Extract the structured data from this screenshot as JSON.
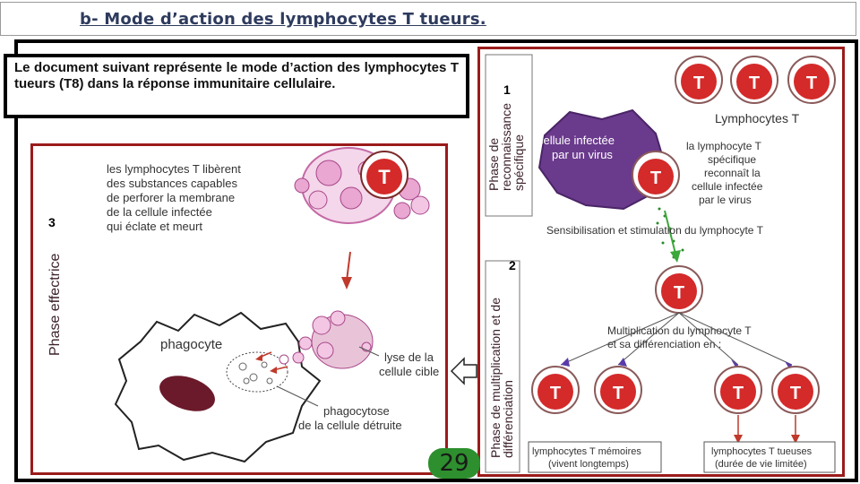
{
  "title": "b- Mode d’action des lymphocytes T tueurs.",
  "intro": "Le document suivant représente le mode d’action des lymphocytes T tueurs (T8) dans la réponse immunitaire cellulaire.",
  "page_number": "29",
  "markers": {
    "m1": "1",
    "m2": "2",
    "m3": "3"
  },
  "effector": {
    "phase_label": "Phase effectrice",
    "release_text": [
      "les lymphocytes T libèrent",
      "des substances capables",
      "de perforer la membrane",
      "de la cellule infectée",
      "qui éclate et meurt"
    ],
    "phagocyte": "phagocyte",
    "lysis": [
      "lyse de la",
      "cellule cible"
    ],
    "phagocytosis": [
      "phagocytose",
      "de la cellule détruite"
    ],
    "t_letter": "T"
  },
  "recognition": {
    "phase_label": [
      "Phase de",
      "reconnaissance",
      "spécifique"
    ],
    "lymphocytes_label": "Lymphocytes T",
    "infected_cell": [
      "cellule infectée",
      "par un virus"
    ],
    "recognize_text": [
      "la lymphocyte T",
      "spécifique",
      "reconnaît la",
      "cellule infectée",
      "par le virus"
    ],
    "sensitization": "Sensibilisation et stimulation du lymphocyte T",
    "t_letter": "T"
  },
  "multiplication": {
    "phase_label": [
      "Phase de multiplication et de",
      "différenciation"
    ],
    "text": [
      "Multiplication du lymphocyte T",
      "et sa différenciation en :"
    ],
    "memory": [
      "lymphocytes T mémoires",
      "(vivent longtemps)"
    ],
    "killer": [
      "lymphocytes T tueuses",
      "(durée de vie limitée)"
    ]
  },
  "colors": {
    "frame": "#9b1b1b",
    "title": "#2e3b5e",
    "lymphocyte": "#d42a2a",
    "infected": "#6a3a8c",
    "page_badge": "#2d8f2d"
  }
}
